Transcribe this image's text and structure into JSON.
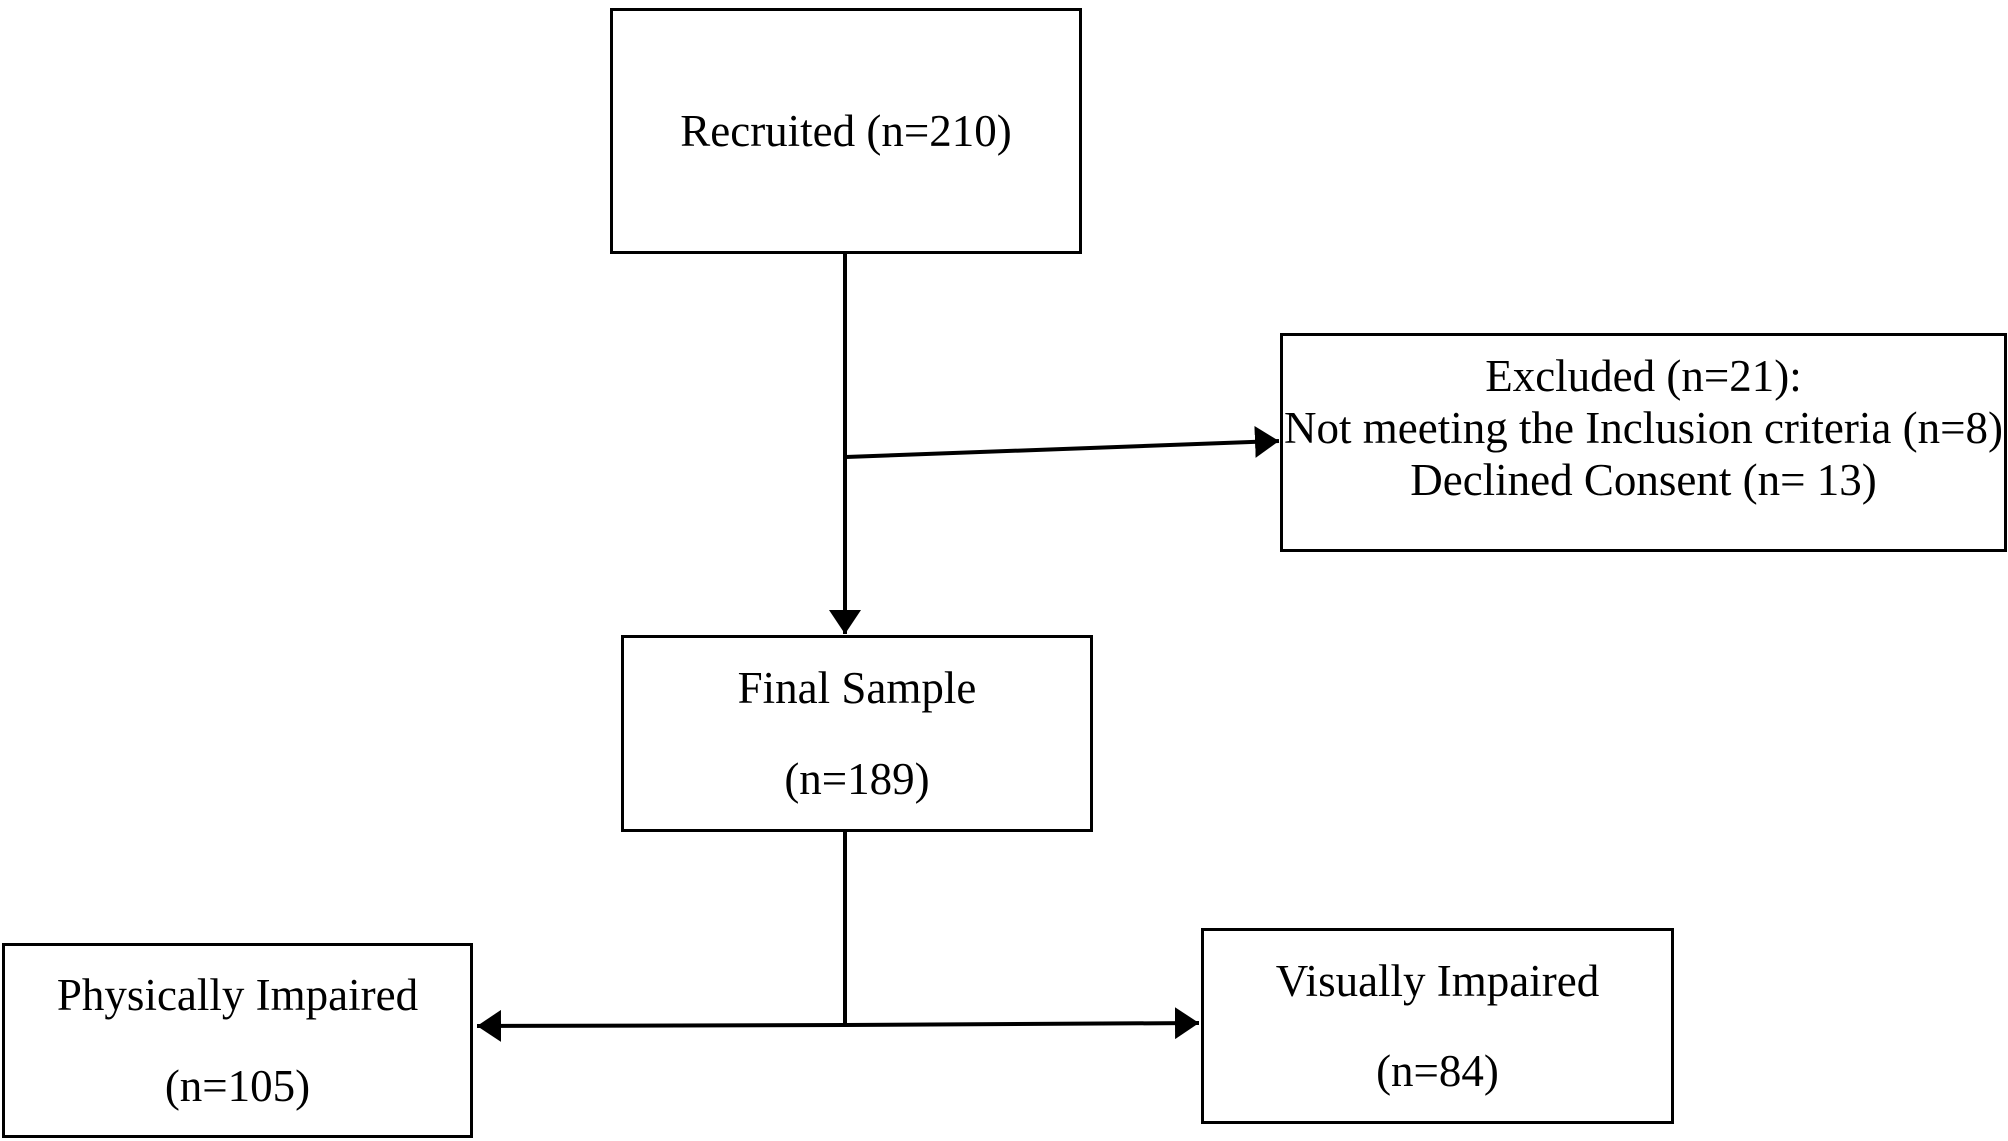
{
  "flowchart": {
    "type": "participant-flow-diagram",
    "colors": {
      "background": "#ffffff",
      "box_border": "#000000",
      "line": "#000000",
      "text": "#000000"
    },
    "nodes": {
      "recruited": {
        "lines": [
          "Recruited (n=210)"
        ]
      },
      "excluded": {
        "lines": [
          "Excluded (n=21):",
          "Not meeting the Inclusion criteria (n=8)",
          "Declined Consent (n= 13)"
        ]
      },
      "final_sample": {
        "lines": [
          "Final Sample",
          "(n=189)"
        ]
      },
      "physically_impaired": {
        "lines": [
          "Physically Impaired",
          "(n=105)"
        ]
      },
      "visually_impaired": {
        "lines": [
          "Visually Impaired",
          "(n=84)"
        ]
      }
    },
    "edges": [
      {
        "from": "recruited",
        "to": "final_sample",
        "style": "arrow-down"
      },
      {
        "from": "recruited",
        "to": "excluded",
        "style": "arrow-right"
      },
      {
        "from": "final_sample",
        "to": "physically_impaired",
        "style": "arrow-left"
      },
      {
        "from": "final_sample",
        "to": "visually_impaired",
        "style": "arrow-right"
      }
    ]
  }
}
